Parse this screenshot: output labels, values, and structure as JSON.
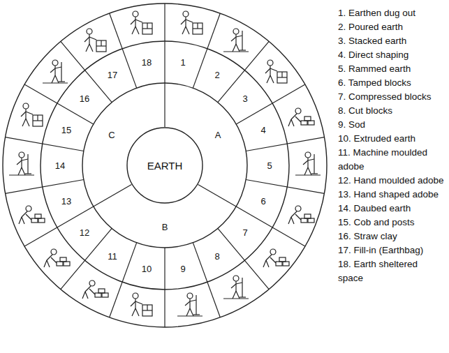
{
  "diagram": {
    "nodes": [
      {
        "text": [
          "EARTH"
        ]
      }
    ],
    "labels": [
      "1",
      "2",
      "3",
      "4",
      "5",
      "6",
      "7",
      "8",
      "9",
      "10",
      "11",
      "12",
      "13",
      "14",
      "15",
      "16",
      "17",
      "18",
      "A",
      "B",
      "C",
      "1. Earthen dug out",
      "2. Poured earth",
      "3. Stacked earth",
      "4. Direct shaping",
      "5. Rammed earth",
      "6. Tamped blocks",
      "7. Compressed blocks",
      "8. Cut blocks",
      "9. Sod",
      "10. Extruded earth",
      "11. Machine moulded adobe",
      "12. Hand moulded adobe",
      "13. Hand shaped adobe",
      "14. Daubed earth",
      "15. Cob and posts",
      "16. Straw clay",
      "17. Fill-in (Earthbag)",
      "18. Earth sheltered space"
    ]
  }
}
